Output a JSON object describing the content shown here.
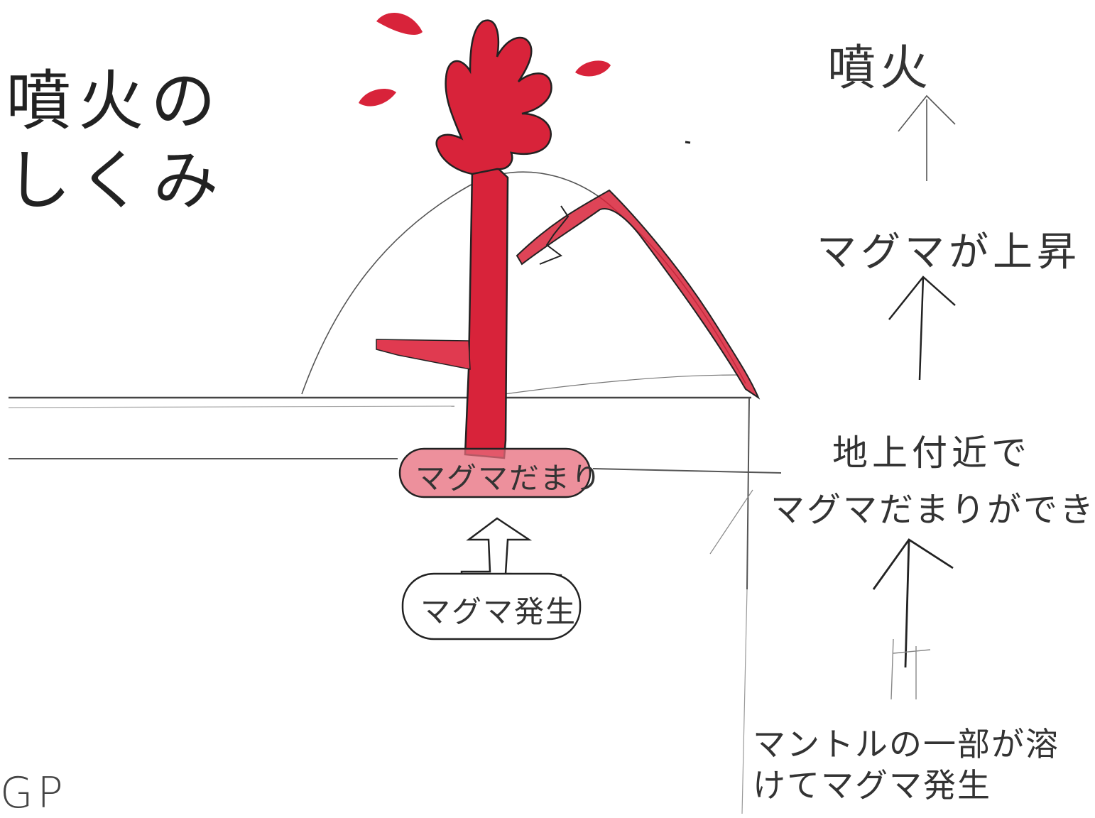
{
  "title": {
    "line1": "噴火の",
    "line2": "しくみ"
  },
  "steps": {
    "eruption": "噴火",
    "magma_rises": "マグマが上昇",
    "chamber_line1": "地上付近で",
    "chamber_line2": "マグマだまりができ",
    "mantle_line1": "マントルの一部が溶",
    "mantle_line2": "けてマグマ発生"
  },
  "diagram": {
    "chamber_label": "マグマだまり",
    "generation_label": "マグマ発生"
  },
  "corner_mark": "GP",
  "colors": {
    "magma": "#d8233a",
    "magma_light": "#e76b7b",
    "pencil": "#3a3a3a",
    "paper": "#ffffff"
  }
}
